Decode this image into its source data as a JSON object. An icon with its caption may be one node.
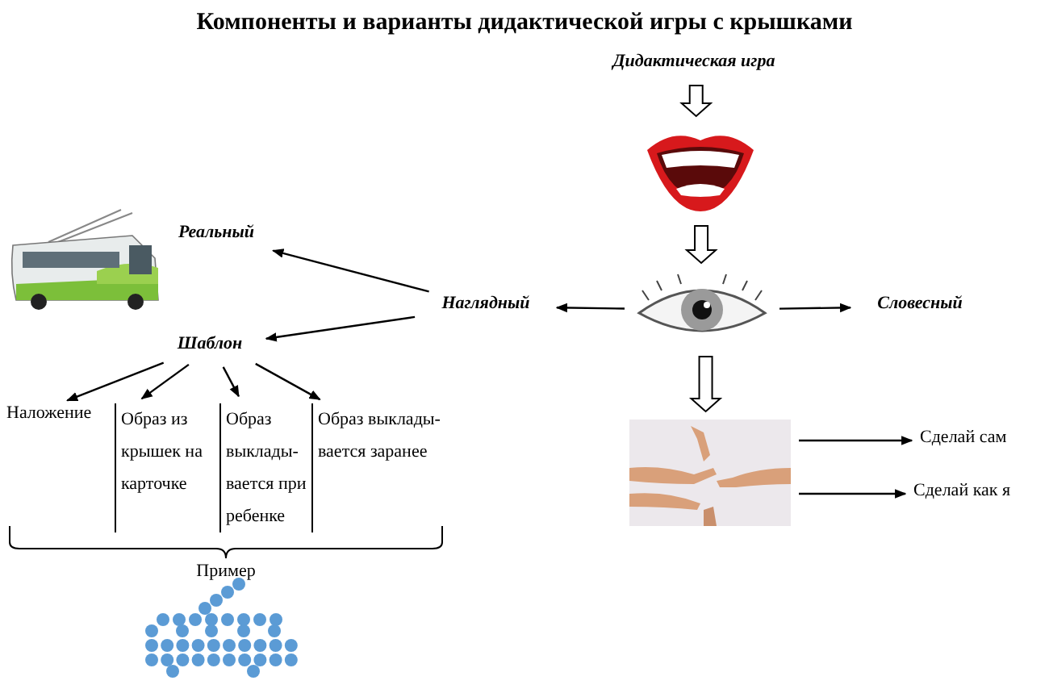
{
  "diagram": {
    "title": "Компоненты и варианты дидактической игры с крышками",
    "nodes": [
      {
        "text": [
          "Дидактическая игра"
        ]
      },
      {
        "text": [],
        "shape": "picture"
      },
      {
        "text": [],
        "shape": "picture"
      },
      {
        "text": [],
        "shape": "picture"
      },
      {
        "text": [
          "Наглядный"
        ]
      },
      {
        "text": [
          "Словесный"
        ]
      },
      {
        "text": [
          "Реальный"
        ]
      },
      {
        "text": [
          "Шаблон"
        ]
      },
      {
        "text": [
          "Наложение"
        ]
      },
      {
        "text": [
          "Образ из крышек на карточке"
        ]
      },
      {
        "text": [
          "Образ выклады- вается при ребенке"
        ]
      },
      {
        "text": [
          "Образ выклады- вается заранее"
        ]
      },
      {
        "text": [
          "Сделай сам"
        ]
      },
      {
        "text": [
          "Сделай как я"
        ]
      }
    ],
    "edges": [
      {
        "from": 0,
        "to": 1,
        "arrow": "to",
        "style": "thick"
      },
      {
        "from": 1,
        "to": 2,
        "arrow": "to",
        "style": "thick"
      },
      {
        "from": 2,
        "to": 3,
        "arrow": "to",
        "style": "thick"
      },
      {
        "from": 2,
        "to": 4,
        "arrow": "to"
      },
      {
        "from": 2,
        "to": 5,
        "arrow": "to"
      },
      {
        "from": 4,
        "to": 6,
        "arrow": "to"
      },
      {
        "from": 4,
        "to": 7,
        "arrow": "to"
      },
      {
        "from": 7,
        "to": 8,
        "arrow": "to"
      },
      {
        "from": 7,
        "to": 9,
        "arrow": "to"
      },
      {
        "from": 7,
        "to": 10,
        "arrow": "to"
      },
      {
        "from": 7,
        "to": 11,
        "arrow": "to"
      },
      {
        "from": 3,
        "to": 12,
        "arrow": "to"
      },
      {
        "from": 3,
        "to": 13,
        "arrow": "to"
      }
    ],
    "labels": [
      "Пример"
    ]
  }
}
